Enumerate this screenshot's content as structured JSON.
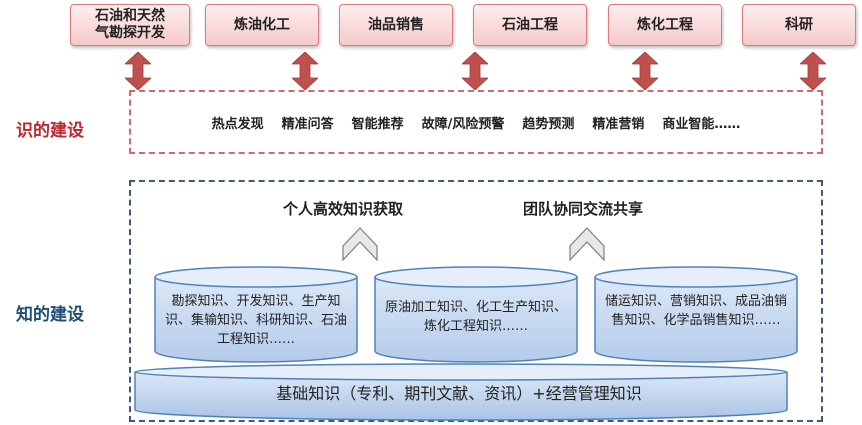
{
  "top_boxes": [
    {
      "line1": "石油和天然",
      "line2": "气勘探开发"
    },
    {
      "line1": "炼油化工",
      "line2": ""
    },
    {
      "line1": "油品销售",
      "line2": ""
    },
    {
      "line1": "石油工程",
      "line2": ""
    },
    {
      "line1": "炼化工程",
      "line2": ""
    },
    {
      "line1": "科研",
      "line2": ""
    }
  ],
  "shi": {
    "label": "识的建设",
    "items": [
      "热点发现",
      "精准问答",
      "智能推荐",
      "故障/风险预警",
      "趋势预测",
      "精准营销",
      "商业智能……"
    ]
  },
  "zhi": {
    "label": "知的建设",
    "headline_left": "个人高效知识获取",
    "headline_right": "团队协同交流共享",
    "cylinders": [
      {
        "text": "勘探知识、开发知识、生产知识、集输知识、科研知识、石油工程知识……"
      },
      {
        "text": "原油加工知识、化工生产知识、炼化工程知识……"
      },
      {
        "text": "储运知识、营销知识、成品油销售知识、化学品销售知识……"
      }
    ],
    "base": "基础知识（专利、期刊文献、资讯）+经营管理知识"
  },
  "colors": {
    "red_label": "#c0272d",
    "blue_label": "#1f4e79",
    "top_box_fill": "#f6caca",
    "arrow_red": "#c0504d",
    "cylinder_fill": "#c5d9f1",
    "cylinder_stroke": "#4f81bd"
  }
}
